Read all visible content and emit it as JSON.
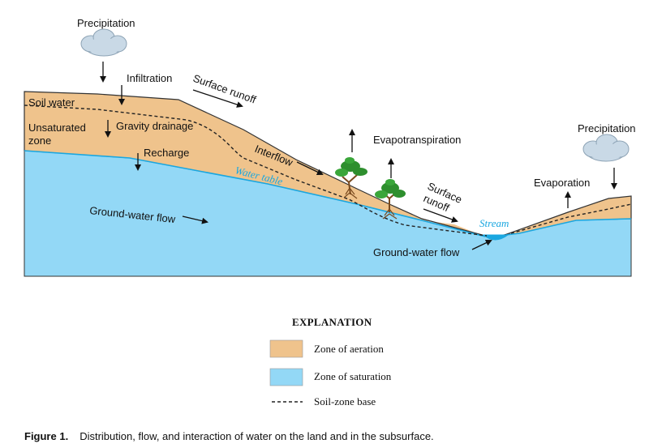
{
  "diagram": {
    "labels": {
      "precipitation_left": "Precipitation",
      "infiltration": "Infiltration",
      "surface_runoff_top": "Surface runoff",
      "soil_water": "Soil water",
      "unsaturated_zone_line1": "Unsaturated",
      "unsaturated_zone_line2": "zone",
      "gravity_drainage": "Gravity drainage",
      "recharge": "Recharge",
      "interflow": "Interflow",
      "water_table": "Water table",
      "evapotranspiration": "Evapotranspiration",
      "surface_runoff_line1": "Surface",
      "surface_runoff_line2": "runoff",
      "ground_water_flow_left": "Ground-water flow",
      "stream": "Stream",
      "ground_water_flow_right": "Ground-water flow",
      "evaporation": "Evaporation",
      "precipitation_right": "Precipitation"
    },
    "colors": {
      "zone_of_aeration": "#efc38c",
      "zone_of_saturation": "#93d8f6",
      "water_table_line": "#1aa7e0",
      "cloud": "#c9d9e6",
      "cloud_stroke": "#8da3b5",
      "tree_green": "#2e8f2e",
      "tree_trunk": "#7a4a1e"
    }
  },
  "explanation": {
    "title": "EXPLANATION",
    "items": [
      {
        "label": "Zone of aeration"
      },
      {
        "label": "Zone of saturation"
      },
      {
        "label": "Soil-zone base"
      }
    ]
  },
  "caption": {
    "figure_label": "Figure 1.",
    "text": "Distribution, flow, and interaction of water on the land and in the subsurface."
  }
}
